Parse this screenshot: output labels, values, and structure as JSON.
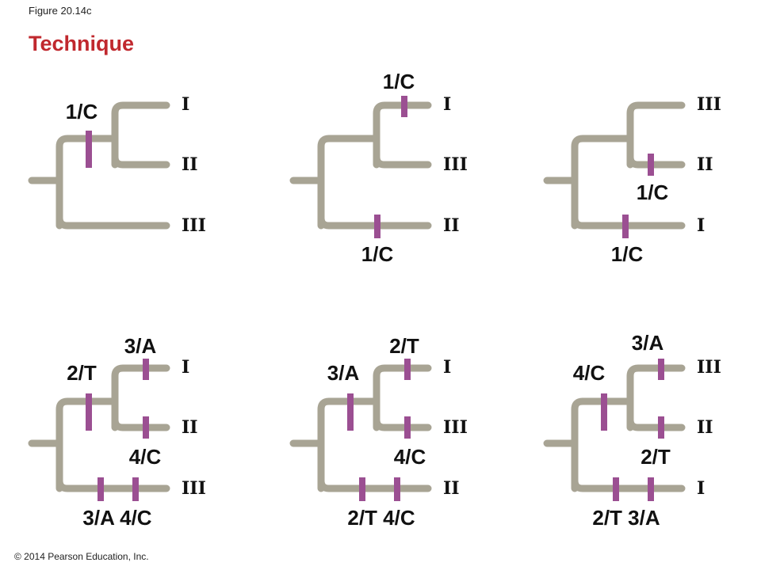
{
  "figure_label": "Figure 20.14c",
  "heading": "Technique",
  "copyright": "© 2014 Pearson Education, Inc.",
  "colors": {
    "heading": "#c0282e",
    "branch": "#a8a494",
    "marker": "#9b4f92"
  },
  "trees": [
    {
      "tips": [
        "I",
        "II",
        "III"
      ],
      "markers": [
        {
          "branch": "ancestor_ab",
          "text": "1/C"
        }
      ]
    },
    {
      "tips": [
        "I",
        "III",
        "II"
      ],
      "markers": [
        {
          "branch": "tip_a",
          "text": "1/C"
        },
        {
          "branch": "tip_c",
          "text": "1/C"
        }
      ]
    },
    {
      "tips": [
        "III",
        "II",
        "I"
      ],
      "markers": [
        {
          "branch": "tip_b",
          "text": "1/C"
        },
        {
          "branch": "tip_c",
          "text": "1/C"
        }
      ]
    },
    {
      "tips": [
        "I",
        "II",
        "III"
      ],
      "markers": [
        {
          "branch": "ancestor_ab",
          "text": "2/T"
        },
        {
          "branch": "tip_a",
          "text": "3/A"
        },
        {
          "branch": "tip_b",
          "text": "4/C"
        },
        {
          "branch": "tip_c",
          "text": "3/A 4/C",
          "count": 2
        }
      ]
    },
    {
      "tips": [
        "I",
        "III",
        "II"
      ],
      "markers": [
        {
          "branch": "ancestor_ab",
          "text": "3/A"
        },
        {
          "branch": "tip_a",
          "text": "2/T"
        },
        {
          "branch": "tip_b",
          "text": "4/C"
        },
        {
          "branch": "tip_c",
          "text": "2/T 4/C",
          "count": 2
        }
      ]
    },
    {
      "tips": [
        "III",
        "II",
        "I"
      ],
      "markers": [
        {
          "branch": "ancestor_ab",
          "text": "4/C"
        },
        {
          "branch": "tip_a",
          "text": "3/A"
        },
        {
          "branch": "tip_b",
          "text": "2/T"
        },
        {
          "branch": "tip_c",
          "text": "2/T 3/A",
          "count": 2
        }
      ]
    }
  ]
}
